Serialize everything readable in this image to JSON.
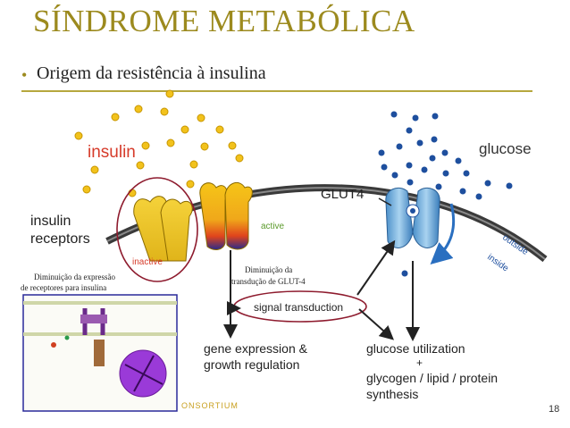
{
  "slide": {
    "title": "SÍNDROME METABÓLICA",
    "bullet": "Origem da resistência à insulina",
    "page_number": "18"
  },
  "diagram": {
    "insulin_label": "insulin",
    "glucose_label": "glucose",
    "receptors_label_line1": "insulin",
    "receptors_label_line2": "receptors",
    "glut4_label": "GLUT4",
    "active_label": "active",
    "inactive_label": "inactive",
    "outside_label": "outside",
    "inside_label": "inside",
    "signal_label": "signal transduction",
    "gene_line1": "gene expression &",
    "gene_line2": "growth regulation",
    "glucose_util_line1": "glucose utilization",
    "glucose_util_plus": "+",
    "glucose_util_line2": "glycogen / lipid / protein",
    "glucose_util_line3": "synthesis",
    "note_receptors_line1": "Diminuição da expressão",
    "note_receptors_line2": "de receptores para insulina",
    "note_glut4_line1": "Diminuição da",
    "note_glut4_line2": "transdução de GLUT-4",
    "consortium_label": "ONSORTIUM"
  },
  "colors": {
    "title": "#9c8a1e",
    "insulin_red": "#d63b2a",
    "insulin_dot": "#f2c21c",
    "glucose_dot": "#1e4f9e",
    "membrane": "#3c3c3c",
    "active_green": "#5b9a2b",
    "ellipse": "#8e1b2e",
    "glut4_blue": "#6aa8d8"
  }
}
